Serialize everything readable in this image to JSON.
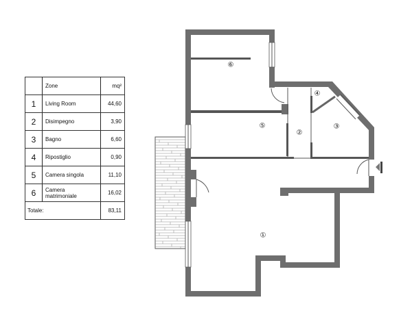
{
  "table": {
    "header": {
      "zone": "Zone",
      "unit": "mq²"
    },
    "rows": [
      {
        "num": "1",
        "name": "Living Room",
        "area": "44,60"
      },
      {
        "num": "2",
        "name": "Disimpegno",
        "area": "3,90"
      },
      {
        "num": "3",
        "name": "Bagno",
        "area": "6,60"
      },
      {
        "num": "4",
        "name": "Ripostiglio",
        "area": "0,90"
      },
      {
        "num": "5",
        "name": "Camera singola",
        "area": "11,10"
      },
      {
        "num": "6",
        "name": "Camera matrimoniale",
        "area": "16,02"
      }
    ],
    "total_label": "Totale:",
    "total_value": "83,11"
  },
  "plan": {
    "room_labels": [
      "①",
      "②",
      "③",
      "④",
      "⑤",
      "⑥"
    ]
  }
}
